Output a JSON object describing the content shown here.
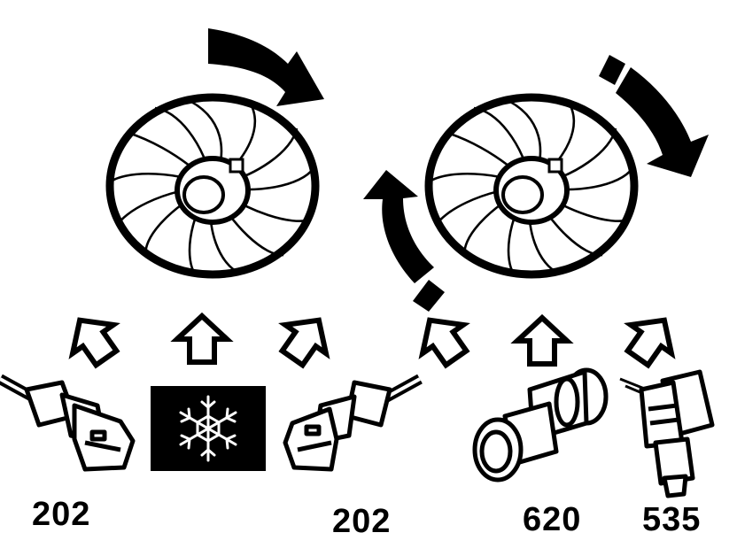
{
  "part_numbers": {
    "sensor_left": "202",
    "sensor_middle": "202",
    "pressure_switch": "620",
    "connector_sensor": "535"
  },
  "colors": {
    "ink": "#000000",
    "paper": "#ffffff"
  },
  "icons": [
    "cooling-fan-icon",
    "rotation-arrow-icon",
    "up-arrow-icon",
    "snowflake-icon",
    "temperature-sensor-icon",
    "pressure-switch-icon",
    "connector-sensor-icon"
  ]
}
